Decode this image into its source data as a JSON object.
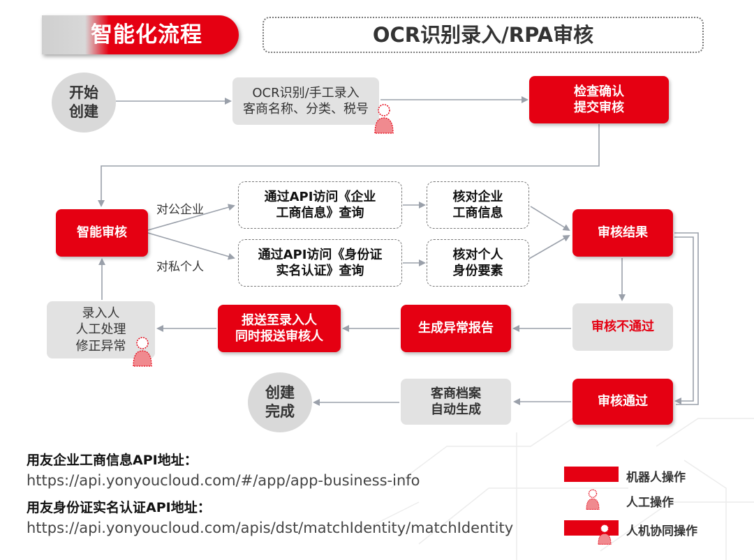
{
  "header": {
    "title": "智能化流程",
    "subtitle": "OCR识别录入/RPA审核"
  },
  "nodes": {
    "start": "开始\n创建",
    "ocr": "OCR识别/手工录入\n客商名称、分类、税号",
    "check_submit": "检查确认\n提交审核",
    "smart_review": "智能审核",
    "api_enterprise": "通过API访问《企业\n工商信息》查询",
    "api_identity": "通过API访问《身份证\n实名认证》查询",
    "verify_enterprise": "核对企业\n工商信息",
    "verify_person": "核对个人\n身份要素",
    "review_result": "审核结果",
    "review_fail": "审核不通过",
    "exception_report": "生成异常报告",
    "send_to": "报送至录入人\n同时报送审核人",
    "manual_fix": "录入人\n人工处理\n修正异常",
    "review_pass": "审核通过",
    "archive": "客商档案\n自动生成",
    "done": "创建\n完成"
  },
  "branch_labels": {
    "corporate": "对公企业",
    "private": "对私个人"
  },
  "api_info": {
    "enterprise_heading": "用友企业工商信息API地址：",
    "enterprise_url": "https://api.yonyoucloud.com/#/app/app-business-info",
    "identity_heading": "用友身份证实名认证API地址：",
    "identity_url": "https://api.yonyoucloud.com/apis/dst/matchIdentity/matchIdentity"
  },
  "legend": {
    "robot": "机器人操作",
    "human": "人工操作",
    "hybrid": "人机协同操作"
  },
  "icons": {
    "person": "person-icon"
  },
  "colors": {
    "accent_red": "#e50012",
    "node_gray": "#e2e2e2",
    "arrow_gray": "#9aa0aa"
  }
}
